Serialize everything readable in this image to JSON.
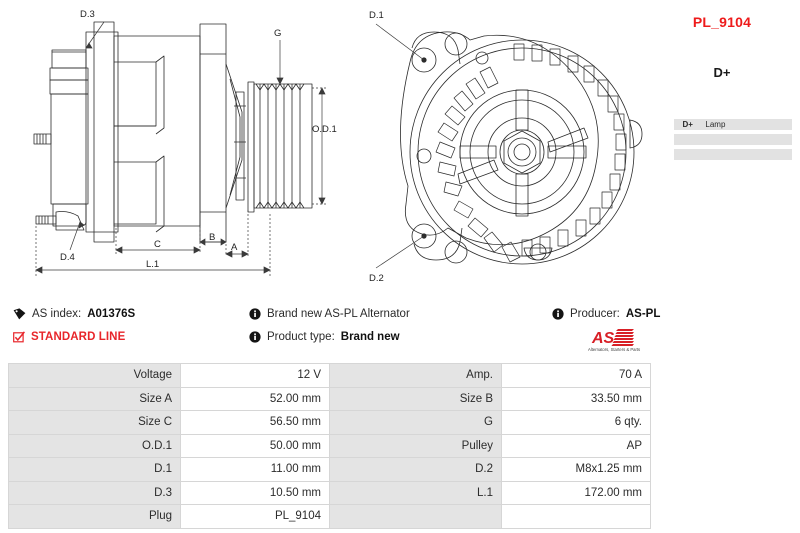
{
  "part": {
    "number": "PL_9104",
    "number_color": "#ee1b1b",
    "plug_title": "D+"
  },
  "pin_table": {
    "rows": [
      {
        "pin": "D+",
        "function": "Lamp"
      },
      {
        "pin": "",
        "function": ""
      },
      {
        "pin": "",
        "function": ""
      }
    ]
  },
  "drawings": {
    "side_view": {
      "name": "alternator-side-view",
      "dimension_labels": [
        "D.3",
        "D.4",
        "G",
        "O.D.1",
        "C",
        "B",
        "A",
        "L.1"
      ]
    },
    "front_view": {
      "name": "alternator-front-view",
      "dimension_labels": [
        "D.1",
        "D.2"
      ]
    }
  },
  "info": {
    "as_index_label": "AS index:",
    "as_index_value": "A01376S",
    "standard_line": "STANDARD LINE",
    "standard_line_color": "#e8252a",
    "description": "Brand new AS-PL Alternator",
    "product_type_label": "Product type:",
    "product_type_value": "Brand new",
    "producer_label": "Producer:",
    "producer_value": "AS-PL"
  },
  "brand": {
    "name": "AS",
    "tagline": "Alternators, Starters & Parts",
    "color": "#d81f26"
  },
  "spec_table": {
    "rows": [
      {
        "l1": "Voltage",
        "v1": "12 V",
        "l2": "Amp.",
        "v2": "70 A"
      },
      {
        "l1": "Size A",
        "v1": "52.00 mm",
        "l2": "Size B",
        "v2": "33.50 mm"
      },
      {
        "l1": "Size C",
        "v1": "56.50 mm",
        "l2": "G",
        "v2": "6 qty."
      },
      {
        "l1": "O.D.1",
        "v1": "50.00 mm",
        "l2": "Pulley",
        "v2": "AP"
      },
      {
        "l1": "D.1",
        "v1": "11.00 mm",
        "l2": "D.2",
        "v2": "M8x1.25 mm"
      },
      {
        "l1": "D.3",
        "v1": "10.50 mm",
        "l2": "L.1",
        "v2": "172.00 mm"
      },
      {
        "l1": "Plug",
        "v1": "PL_9104",
        "l2": "",
        "v2": ""
      }
    ]
  }
}
